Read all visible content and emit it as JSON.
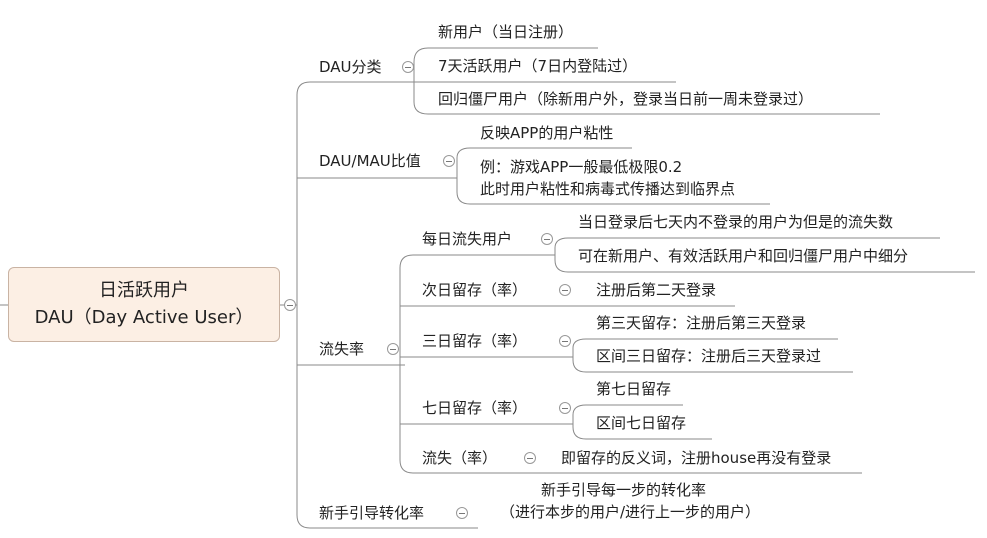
{
  "root": {
    "line1": "日活跃用户",
    "line2": "DAU（Day  Active User）"
  },
  "branches": {
    "dau_class": {
      "label": "DAU分类",
      "items": [
        "新用户（当日注册）",
        "7天活跃用户（7日内登陆过）",
        "回归僵尸用户（除新用户外，登录当日前一周未登录过）"
      ]
    },
    "dau_mau": {
      "label": "DAU/MAU比值",
      "items": [
        "反映APP的用户粘性",
        "例：游戏APP一般最低极限0.2",
        "此时用户粘性和病毒式传播达到临界点"
      ]
    },
    "churn": {
      "label": "流失率",
      "daily_churn": {
        "label": "每日流失用户",
        "items": [
          "当日登录后七天内不登录的用户为但是的流失数",
          "可在新用户、有效活跃用户和回归僵尸用户中细分"
        ]
      },
      "day2": {
        "label": "次日留存（率）",
        "items": [
          "注册后第二天登录"
        ]
      },
      "day3": {
        "label": "三日留存（率）",
        "items": [
          "第三天留存：注册后第三天登录",
          "区间三日留存：注册后三天登录过"
        ]
      },
      "day7": {
        "label": "七日留存（率）",
        "items": [
          "第七日留存",
          "区间七日留存"
        ]
      },
      "lost": {
        "label": "流失（率）",
        "items": [
          "即留存的反义词，注册house再没有登录"
        ]
      }
    },
    "onboarding": {
      "label": "新手引导转化率",
      "items": [
        "新手引导每一步的转化率",
        "（进行本步的用户/进行上一步的用户）"
      ]
    }
  }
}
